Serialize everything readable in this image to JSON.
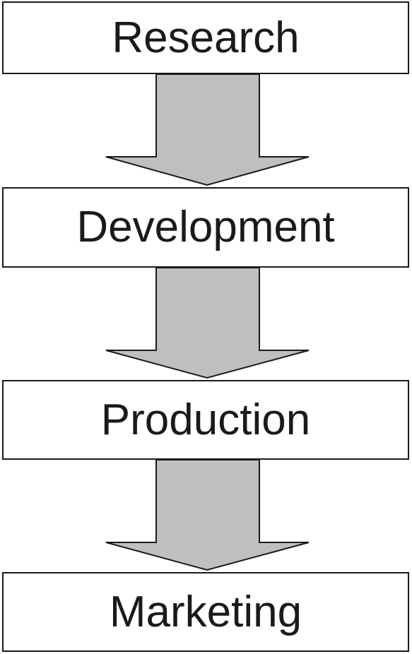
{
  "diagram": {
    "stages": [
      {
        "label": "Research"
      },
      {
        "label": "Development"
      },
      {
        "label": "Production"
      },
      {
        "label": "Marketing"
      }
    ],
    "arrow_fill": "#bfbfbf",
    "arrow_stroke": "#1a1a1a",
    "box_border": "#1a1a1a"
  }
}
